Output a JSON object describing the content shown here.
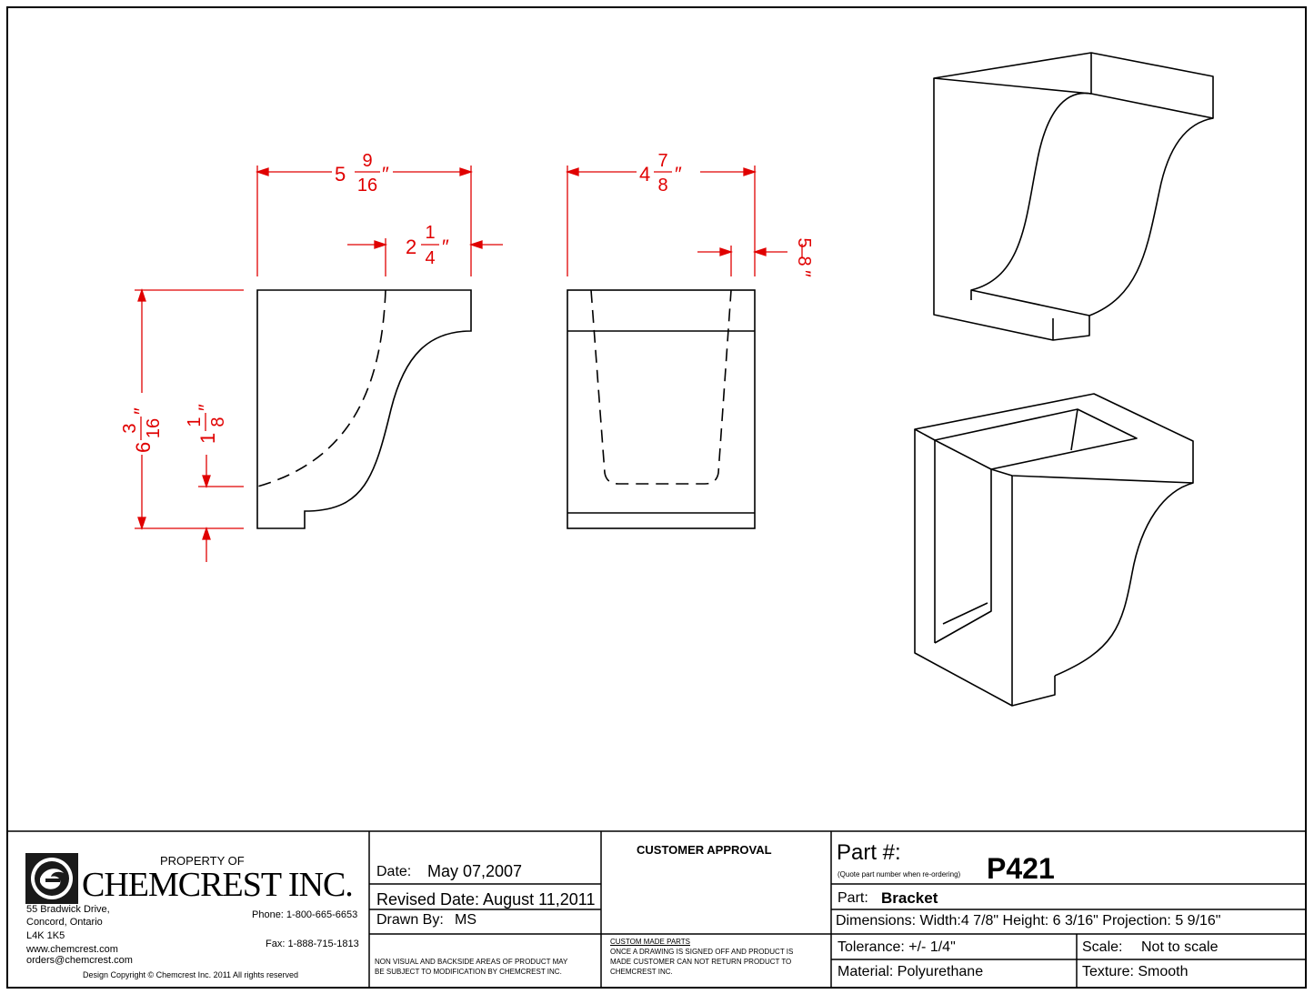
{
  "drawing": {
    "dimensions": {
      "side_width": {
        "whole": "5",
        "num": "9",
        "den": "16"
      },
      "side_projection_top": {
        "whole": "2",
        "num": "1",
        "den": "4"
      },
      "side_height": {
        "whole": "6",
        "num": "3",
        "den": "16"
      },
      "side_step": {
        "whole": "1",
        "num": "1",
        "den": "8"
      },
      "front_width": {
        "whole": "4",
        "num": "7",
        "den": "8"
      },
      "front_wall": {
        "whole": "",
        "num": "5",
        "den": "8"
      },
      "inch_mark": "″"
    },
    "colors": {
      "line": "#000000",
      "dimension": "#e00000"
    }
  },
  "title_block": {
    "company": {
      "property_of": "PROPERTY OF",
      "name": "CHEMCREST INC.",
      "address_line1": "55 Bradwick Drive,",
      "address_line2": "Concord, Ontario",
      "address_line3": "L4K 1K5",
      "website": "www.chemcrest.com",
      "email": "orders@chemcrest.com",
      "phone": "Phone: 1-800-665-6653",
      "fax": "Fax: 1-888-715-1813",
      "copyright": "Design Copyright © Chemcrest Inc. 2011 All rights reserved"
    },
    "dates": {
      "date_label": "Date:",
      "date_value": "May 07,2007",
      "revised": "Revised Date: August 11,2011",
      "drawn_by_label": "Drawn By:",
      "drawn_by_value": "MS",
      "notice_line1": "NON VISUAL AND BACKSIDE AREAS OF PRODUCT MAY",
      "notice_line2": "BE SUBJECT TO MODIFICATION BY CHEMCREST INC."
    },
    "approval": {
      "heading": "CUSTOMER APPROVAL",
      "custom_heading": "CUSTOM MADE PARTS",
      "custom_line1": "ONCE A DRAWING IS SIGNED OFF AND PRODUCT IS",
      "custom_line2": "MADE CUSTOMER CAN NOT RETURN PRODUCT TO",
      "custom_line3": "CHEMCREST INC."
    },
    "part": {
      "part_no_label": "Part #:",
      "quote_note": "(Quote part number when re-ordering)",
      "part_no": "P421",
      "part_label": "Part:",
      "part_name": "Bracket",
      "dimensions": "Dimensions: Width:4 7/8\"  Height: 6 3/16\" Projection: 5 9/16\"",
      "tolerance": "Tolerance: +/- 1/4\"",
      "scale_label": "Scale:",
      "scale_value": "Not to scale",
      "material": "Material: Polyurethane",
      "texture": "Texture: Smooth"
    }
  }
}
